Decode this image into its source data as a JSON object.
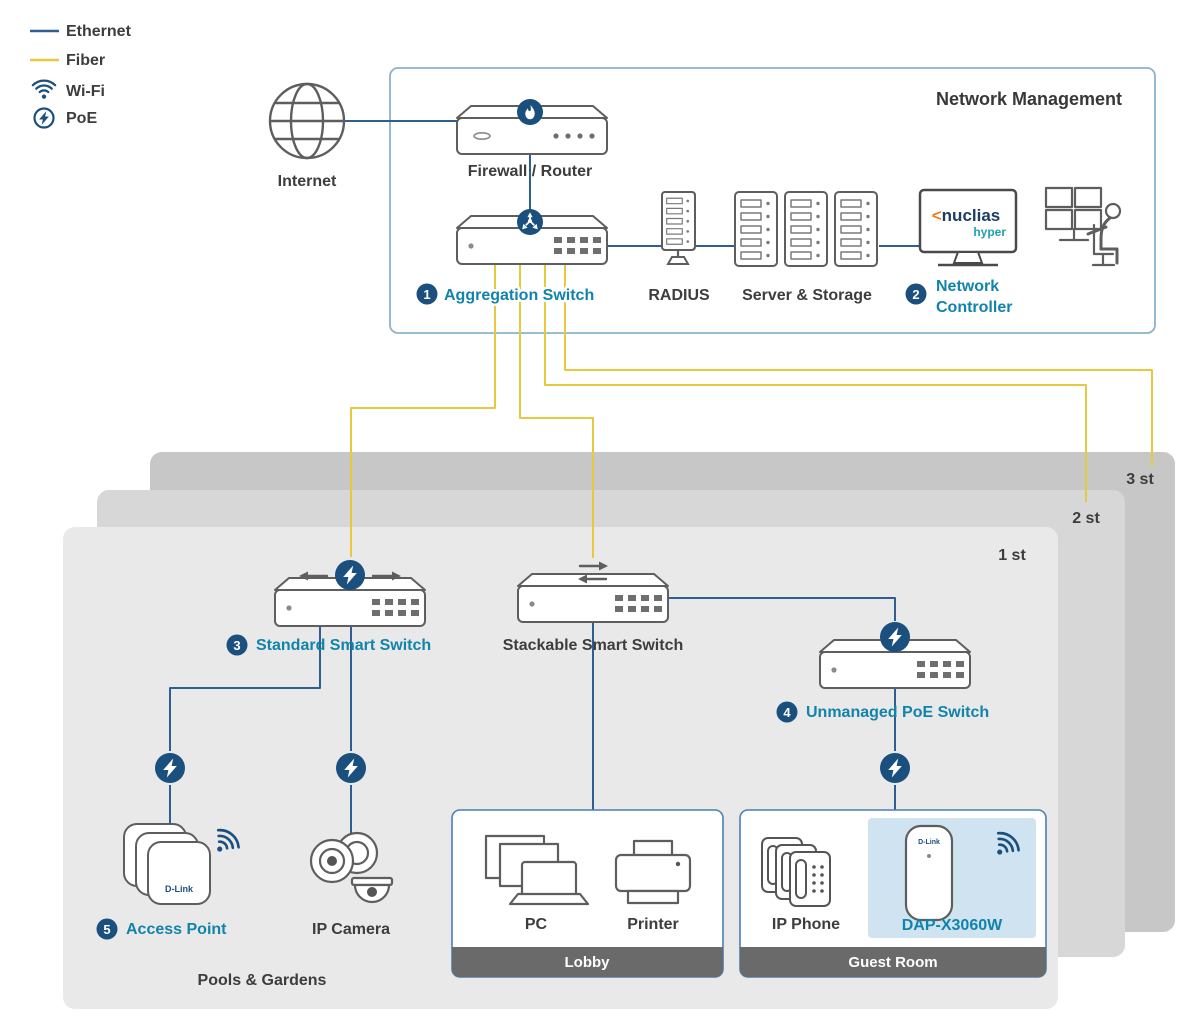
{
  "colors": {
    "ethernet": "#2e5e93",
    "fiber": "#e8c83f",
    "navy": "#1b4f7e",
    "teal_label": "#1283ab",
    "floor1": "#e9e9e9",
    "floor2": "#d7d7d7",
    "floor3": "#c7c7c7",
    "highlight": "#cfe4f0",
    "footer_bar": "#6a6a6a"
  },
  "legend": {
    "items": [
      {
        "label": "Ethernet"
      },
      {
        "label": "Fiber"
      },
      {
        "label": "Wi-Fi"
      },
      {
        "label": "PoE"
      }
    ]
  },
  "internet": {
    "label": "Internet"
  },
  "management": {
    "title": "Network Management",
    "firewall": {
      "label": "Firewall / Router"
    },
    "aggregation": {
      "badge": "1",
      "label": "Aggregation Switch"
    },
    "radius": {
      "label": "RADIUS"
    },
    "servers": {
      "label": "Server & Storage"
    },
    "controller": {
      "badge": "2",
      "label_line1": "Network",
      "label_line2": "Controller",
      "logo_mark": "<",
      "logo_brand": "nuclias",
      "logo_sub": "hyper"
    }
  },
  "floors": [
    {
      "label": "3 st"
    },
    {
      "label": "2 st"
    },
    {
      "label": "1 st"
    }
  ],
  "floor1": {
    "standard_switch": {
      "badge": "3",
      "label": "Standard Smart Switch"
    },
    "stackable_switch": {
      "label": "Stackable Smart Switch"
    },
    "unmanaged_switch": {
      "badge": "4",
      "label": "Unmanaged PoE Switch"
    },
    "access_point": {
      "badge": "5",
      "label": "Access Point",
      "brand": "D-Link"
    },
    "ip_camera": {
      "label": "IP Camera"
    },
    "lobby": {
      "title": "Lobby",
      "pc_label": "PC",
      "printer_label": "Printer"
    },
    "guest_room": {
      "title": "Guest Room",
      "phone_label": "IP Phone",
      "dap_label": "DAP-X3060W",
      "dap_brand": "D-Link"
    },
    "area_label": "Pools & Gardens"
  }
}
